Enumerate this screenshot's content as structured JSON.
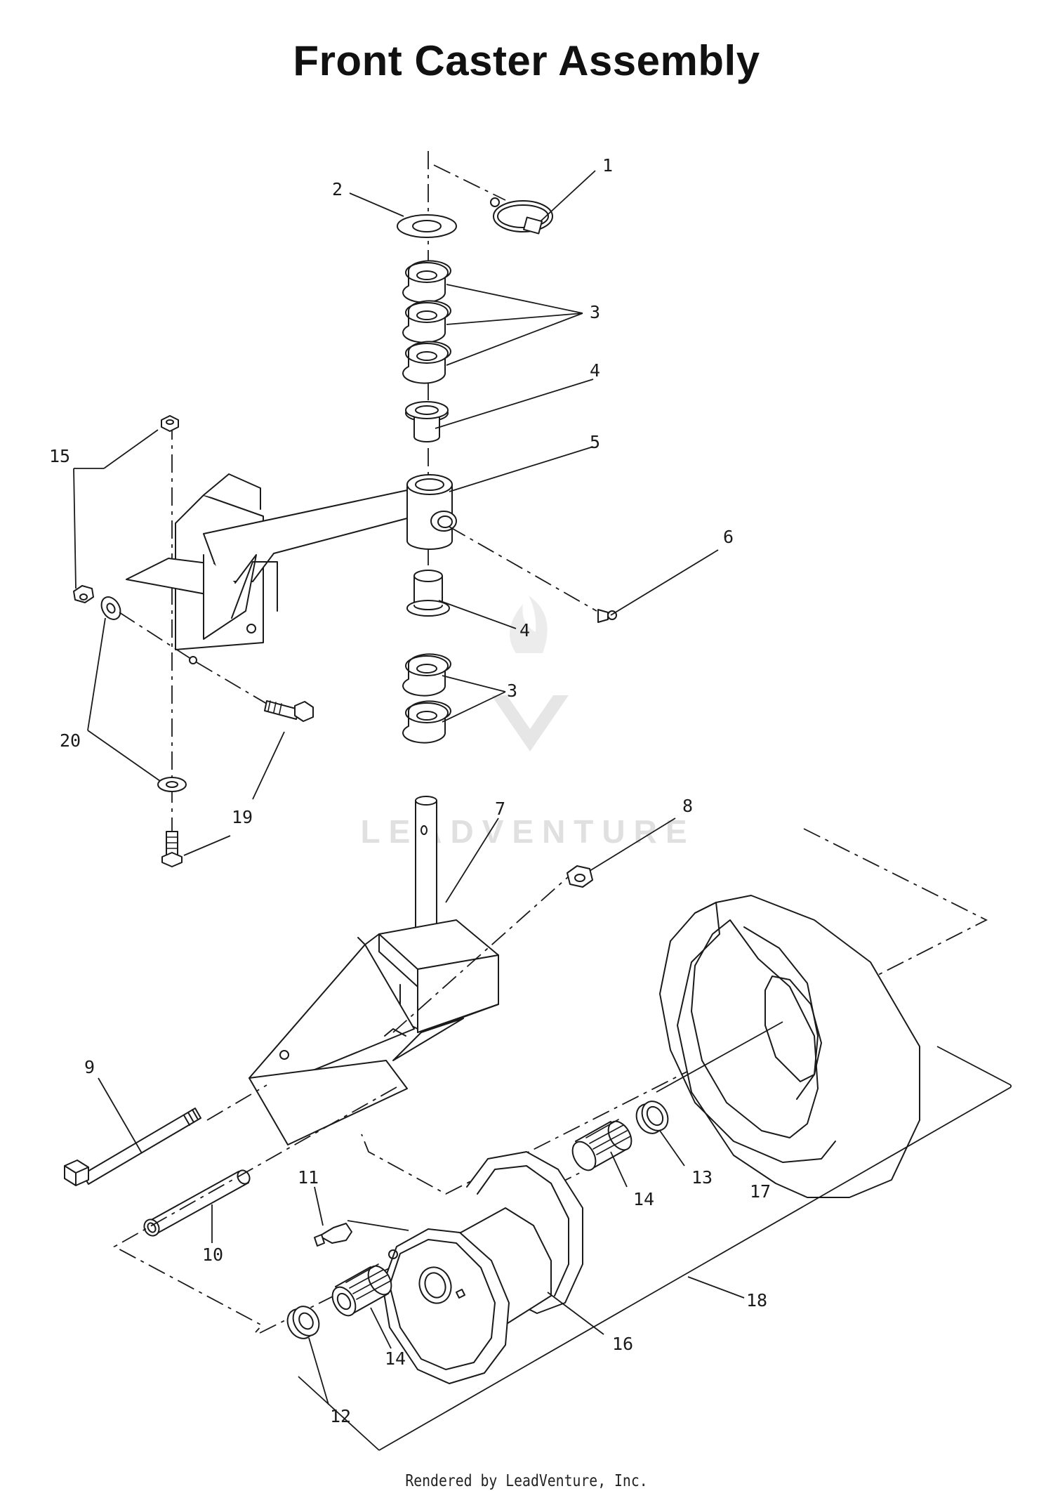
{
  "title": "Front Caster Assembly",
  "footer": "Rendered by LeadVenture, Inc.",
  "watermark": "LEADVENTURE",
  "callouts": [
    "1",
    "2",
    "3",
    "3",
    "4",
    "4",
    "5",
    "6",
    "7",
    "8",
    "9",
    "10",
    "11",
    "12",
    "13",
    "14",
    "14",
    "15",
    "16",
    "17",
    "18",
    "19",
    "20"
  ]
}
